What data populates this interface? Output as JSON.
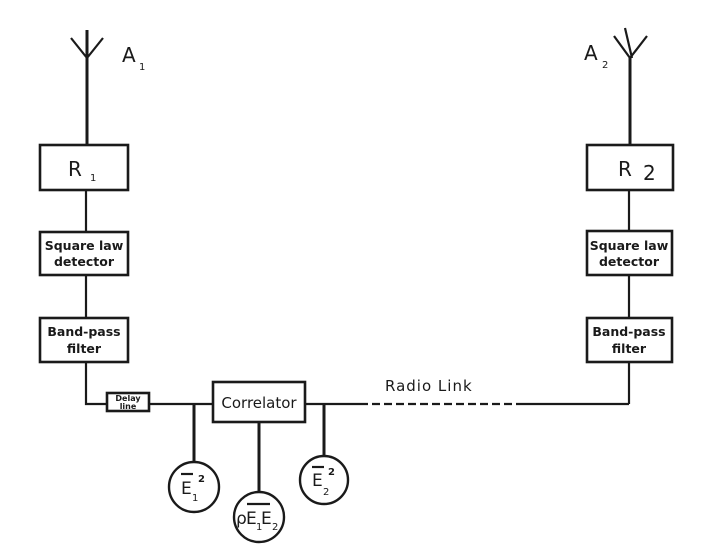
{
  "diagram": {
    "left_chain": {
      "antenna_label": "A",
      "antenna_sub": "1",
      "receiver_label": "R",
      "receiver_sub": "1",
      "detector_line1": "Square law",
      "detector_line2": "detector",
      "filter_line1": "Band-pass",
      "filter_line2": "filter",
      "delay_line1": "Delay",
      "delay_line2": "line"
    },
    "right_chain": {
      "antenna_label": "A",
      "antenna_sub": "2",
      "receiver_label": "R",
      "receiver_sub": "2",
      "detector_line1": "Square law",
      "detector_line2": "detector",
      "filter_line1": "Band-pass",
      "filter_line2": "filter"
    },
    "correlator_label": "Correlator",
    "radio_link_label": "Radio Link",
    "meters": [
      {
        "symbol": "E",
        "sub": "1",
        "sup": "2",
        "prefix": ""
      },
      {
        "symbol": "E",
        "sub": "1",
        "sym2": "E",
        "sub2": "2",
        "prefix": "ρ"
      },
      {
        "symbol": "E",
        "sub": "2",
        "sup": "2",
        "prefix": ""
      }
    ]
  }
}
